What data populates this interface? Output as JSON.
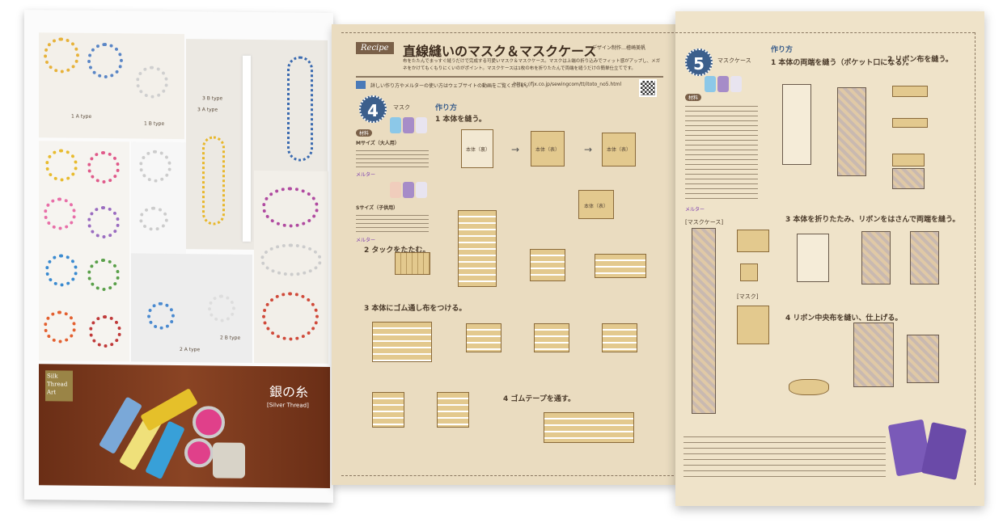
{
  "left_page": {
    "photo_labels": [
      "1 A type",
      "1 B type",
      "3 B type",
      "3 A type",
      "2 A type",
      "2 B type"
    ],
    "banner": {
      "brand_logo_text": "Silk Thread Art",
      "product_title": "銀の糸",
      "product_subtitle": "[Silver Thread]"
    }
  },
  "recipe": {
    "tag": "Recipe",
    "title": "直線縫いのマスク＆マスクケース",
    "credit": "デザイン制作…檜崎美帆",
    "description": "布をたたんでまっすぐ縫うだけで完成する可愛いマスク＆マスクケース。マスクは上端の折り込みでフィット感がアップし、メガネをかけてもくもりにくいのがポイント。マスクケースは1枚の布を折りたたんで両端を縫うだけの簡単仕立てです。",
    "video_note": "詳しい作り方やメルターの使い方はウェブサイトの動画をご覧ください。",
    "url": "https://fjx.co.jp/sewingcom/tt/itoto_no5.html"
  },
  "section4": {
    "number": "4",
    "name": "マスク",
    "materials_label": "材料",
    "size_m": "Mサイズ（大人用）",
    "size_s": "Sサイズ（子供用）",
    "melter": "メルター",
    "howto": "作り方",
    "steps": [
      "1 本体を縫う。",
      "2 タックをたたむ。",
      "3 本体にゴム通し布をつける。",
      "4 ゴムテープを通す。"
    ],
    "labels": [
      "本体（裏）",
      "本体（表）",
      "本体（表）",
      "本体（表）"
    ]
  },
  "section5": {
    "number": "5",
    "name": "マスクケース",
    "materials_label": "材料",
    "howto": "作り方",
    "steps": [
      "1 本体の両端を縫う（ポケット口になる）。",
      "2 リボン布を縫う。",
      "3 本体を折りたたみ、リボンをはさんで両端を縫う。",
      "4 リボン中央布を縫い、仕上げる。"
    ],
    "case_label": "[マスクケース]",
    "mask_label": "[マスク]",
    "melter": "メルター"
  },
  "colors": {
    "badge": "#3c5f8c",
    "panel": "#eadcc0",
    "banner": "#7a3a1e"
  }
}
